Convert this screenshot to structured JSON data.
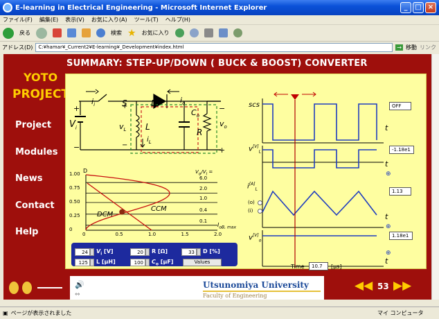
{
  "window": {
    "title": "E-learning in Electrical Engineering - Microsoft Internet Explorer"
  },
  "menu": [
    "ファイル(F)",
    "編集(E)",
    "表示(V)",
    "お気に入り(A)",
    "ツール(T)",
    "ヘルプ(H)"
  ],
  "toolbar": {
    "back": "戻る",
    "search": "検索",
    "favorites": "お気に入り"
  },
  "address": {
    "label": "アドレス(D)",
    "url": "C:¥hamar¥_Current2¥E-learning¥_Development¥index.html",
    "go": "移動",
    "links": "リンク"
  },
  "page": {
    "title": "SUMMARY: STEP-UP/DOWN ( BUCK & BOOST) CONVERTER",
    "logo_line1": "YOTO",
    "logo_line2": "PROJECT",
    "nav": [
      "Project",
      "Modules",
      "News",
      "Contact",
      "Help"
    ]
  },
  "circuit": {
    "i_i": "i",
    "i_sub": "i",
    "S": "S",
    "D": "D",
    "i_o": "i",
    "o_sub": "o",
    "Vi": "V",
    "vL": "v",
    "L": "L",
    "iL": "i",
    "Co": "C",
    "R": "R",
    "vo": "v",
    "plus": "+",
    "minus": "−"
  },
  "chart_data": {
    "type": "line",
    "ylabel": "D",
    "xlabel": "I",
    "xlabel_sub": "oB, max",
    "legend_title": "V",
    "legend_title_mid": "o",
    "legend_title_mid2": "/V",
    "legend_title_sub": "i",
    "legend_title_end": " =",
    "yticks": [
      "1.00",
      "0.75",
      "0.50",
      "0.25",
      "0"
    ],
    "xticks": [
      "0",
      "0.5",
      "1.0",
      "1.5",
      "2.0"
    ],
    "xlim": [
      0,
      2.0
    ],
    "ylim": [
      0,
      1.0
    ],
    "series": [
      {
        "name": "6.0",
        "values": [
          0.86,
          0.86
        ]
      },
      {
        "name": "2.0",
        "values": [
          0.67,
          0.67
        ]
      },
      {
        "name": "1.0",
        "values": [
          0.5,
          0.5
        ]
      },
      {
        "name": "0.4",
        "values": [
          0.29,
          0.29
        ]
      },
      {
        "name": "0.1",
        "values": [
          0.09,
          0.09
        ]
      }
    ],
    "regions": [
      "DCM",
      "CCM"
    ]
  },
  "controls": {
    "vi": "24",
    "vi_label": "V",
    "vi_sub": "i",
    "vi_unit": " [V]",
    "r": "20",
    "r_label": "R [Ω]",
    "d": "33",
    "d_label": "D [%]",
    "l": "125",
    "l_label": "L [μH]",
    "co": "100",
    "co_label": "C",
    "co_sub": "o",
    "co_unit": " [μF]",
    "values_btn": "Values"
  },
  "waves": {
    "scs": "scs",
    "scs_val": "OFF",
    "vl": "v",
    "vl_sub": "L",
    "vl_unit": "[V]",
    "vl_val": "-1.18e1",
    "il": "i",
    "il_sub": "L",
    "il_unit": "[A]",
    "il_val": "1.13",
    "vo": "v",
    "vo_sub": "o",
    "vo_unit": "[V]",
    "vo_val": "1.18e1",
    "t": "t",
    "radio1": "(o)",
    "radio2": "(i)",
    "time_label": "Time",
    "time_val": "10.7",
    "time_unit": "[μs]"
  },
  "footer": {
    "university": "Utsunomiya University",
    "faculty": "Faculty of Engineering",
    "page_number": "53"
  },
  "status": {
    "left": "ページが表示されました",
    "right": "マイ コンピュータ"
  }
}
